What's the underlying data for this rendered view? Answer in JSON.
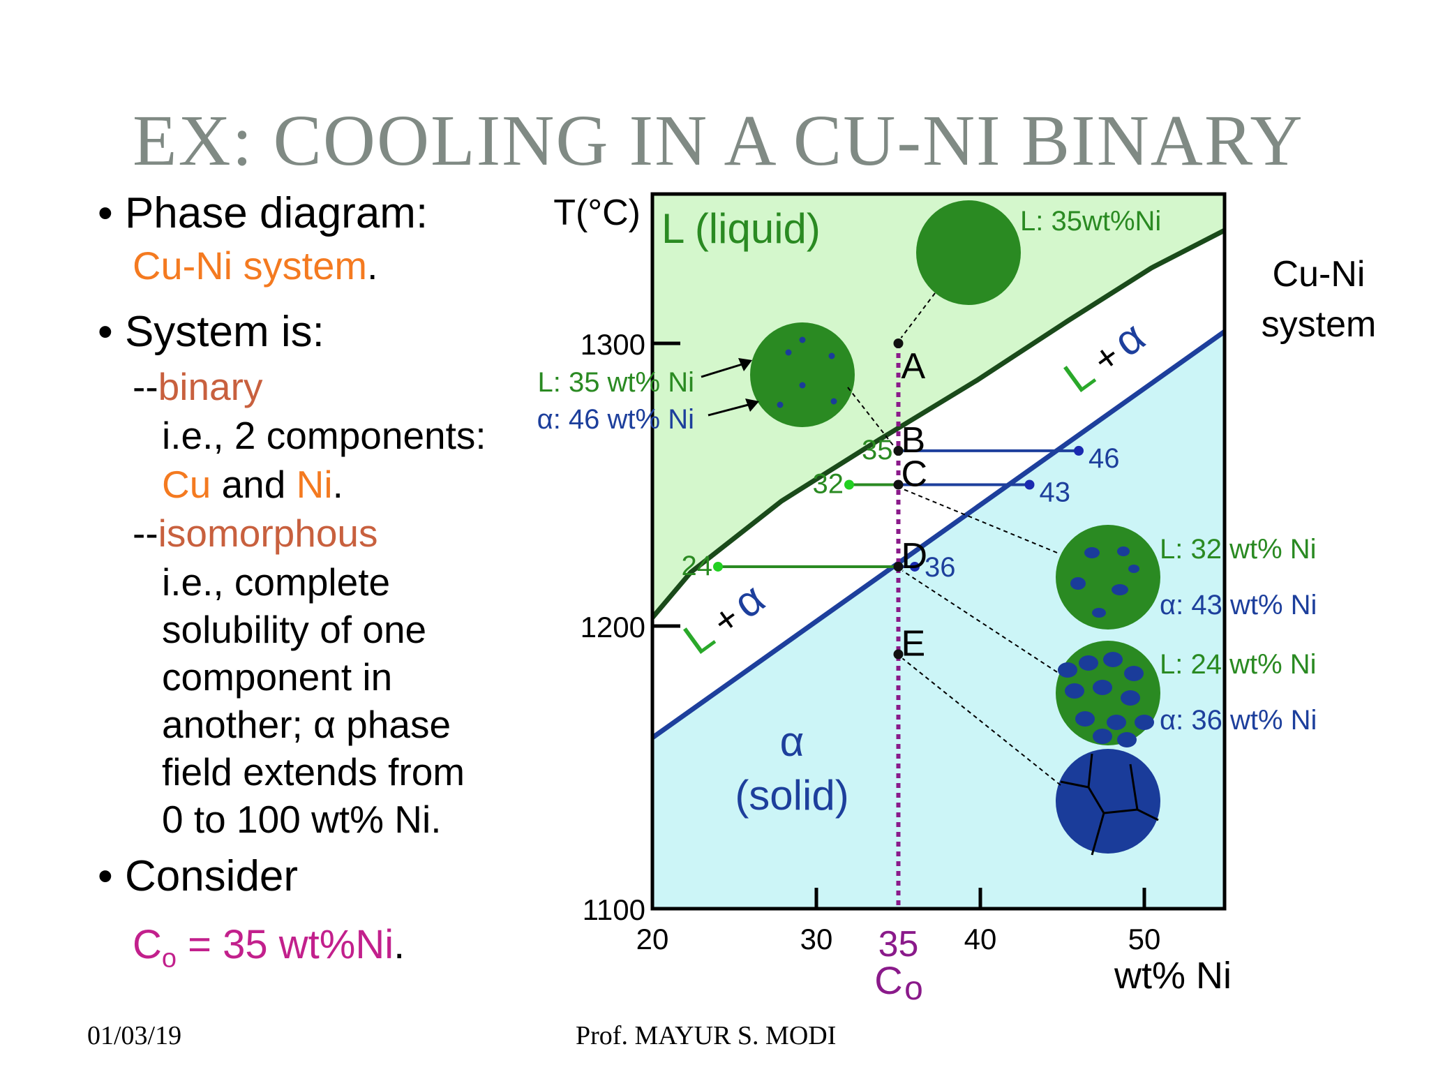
{
  "title": "EX:  COOLING IN A CU-NI BINARY",
  "left": {
    "b1_label": "Phase diagram:",
    "b1_value": "Cu-Ni system",
    "b1_period": ".",
    "b2_label": "System is:",
    "binary_dash": "--",
    "binary_word": "binary",
    "binary_desc": "i.e., 2 components:",
    "cu": "Cu",
    "and": " and ",
    "ni": "Ni",
    "period": ".",
    "iso_dash": "--",
    "iso_word": "isomorphous",
    "iso_lines": [
      "i.e., complete",
      "solubility of one",
      "component in",
      "another; α phase",
      "field extends from",
      "0 to 100 wt% Ni."
    ],
    "b3_label": "Consider",
    "co_c": "C",
    "co_sub": "o",
    "co_rest": " = 35 wt%Ni",
    "co_period": "."
  },
  "footer": {
    "date": "01/03/19",
    "author": "Prof. MAYUR S. MODI"
  },
  "diagram": {
    "y_axis_label": "T(°C)",
    "x_axis_label": "wt% Ni",
    "system_label_1": "Cu-Ni",
    "system_label_2": "system",
    "liquid_label": "L (liquid)",
    "alpha_symbol": "α",
    "solid_label": "(solid)",
    "two_phase_label_L": "L",
    "two_phase_label_plus": "+",
    "co_label_num": "35",
    "co_label_c": "C",
    "co_label_o": "o",
    "y_ticks": [
      {
        "value": 1100,
        "label": "1100"
      },
      {
        "value": 1200,
        "label": "1200"
      },
      {
        "value": 1300,
        "label": "1300"
      }
    ],
    "x_ticks": [
      {
        "value": 20,
        "label": "20"
      },
      {
        "value": 30,
        "label": "30"
      },
      {
        "value": 40,
        "label": "40"
      },
      {
        "value": 50,
        "label": "50"
      }
    ],
    "points": [
      {
        "label": "A",
        "temp": 1300
      },
      {
        "label": "B",
        "temp": 1262
      },
      {
        "label": "C",
        "temp": 1250
      },
      {
        "label": "D",
        "temp": 1221
      },
      {
        "label": "E",
        "temp": 1190
      }
    ],
    "tie_lines": [
      {
        "temp": 1262,
        "left": 35,
        "right": 46,
        "left_label": "35",
        "right_label": "46"
      },
      {
        "temp": 1250,
        "left": 32,
        "right": 43,
        "left_label": "32",
        "right_label": "43"
      },
      {
        "temp": 1221,
        "left": 24,
        "right": 36,
        "left_label": "24",
        "right_label": "36"
      }
    ],
    "micro_labels": {
      "a_L": "L: 35wt%Ni",
      "b_L": "L: 35 wt% Ni",
      "b_a": "α: 46 wt% Ni",
      "c_L": "L: 32 wt% Ni",
      "c_a": "α: 43 wt% Ni",
      "d_L": "L: 24 wt% Ni",
      "d_a": "α: 36 wt% Ni"
    },
    "colors": {
      "liquid_region": "#d4f7cc",
      "solid_region": "#ccf5f7",
      "liquidus": "#1a4a1a",
      "solidus": "#1d3f9c",
      "liquid_grain": "#2a8a22",
      "alpha_grain": "#1a3c9a",
      "composition_line": "#8a1a8a",
      "green_text": "#2a8a22",
      "blue_text": "#1d3f9c"
    }
  }
}
